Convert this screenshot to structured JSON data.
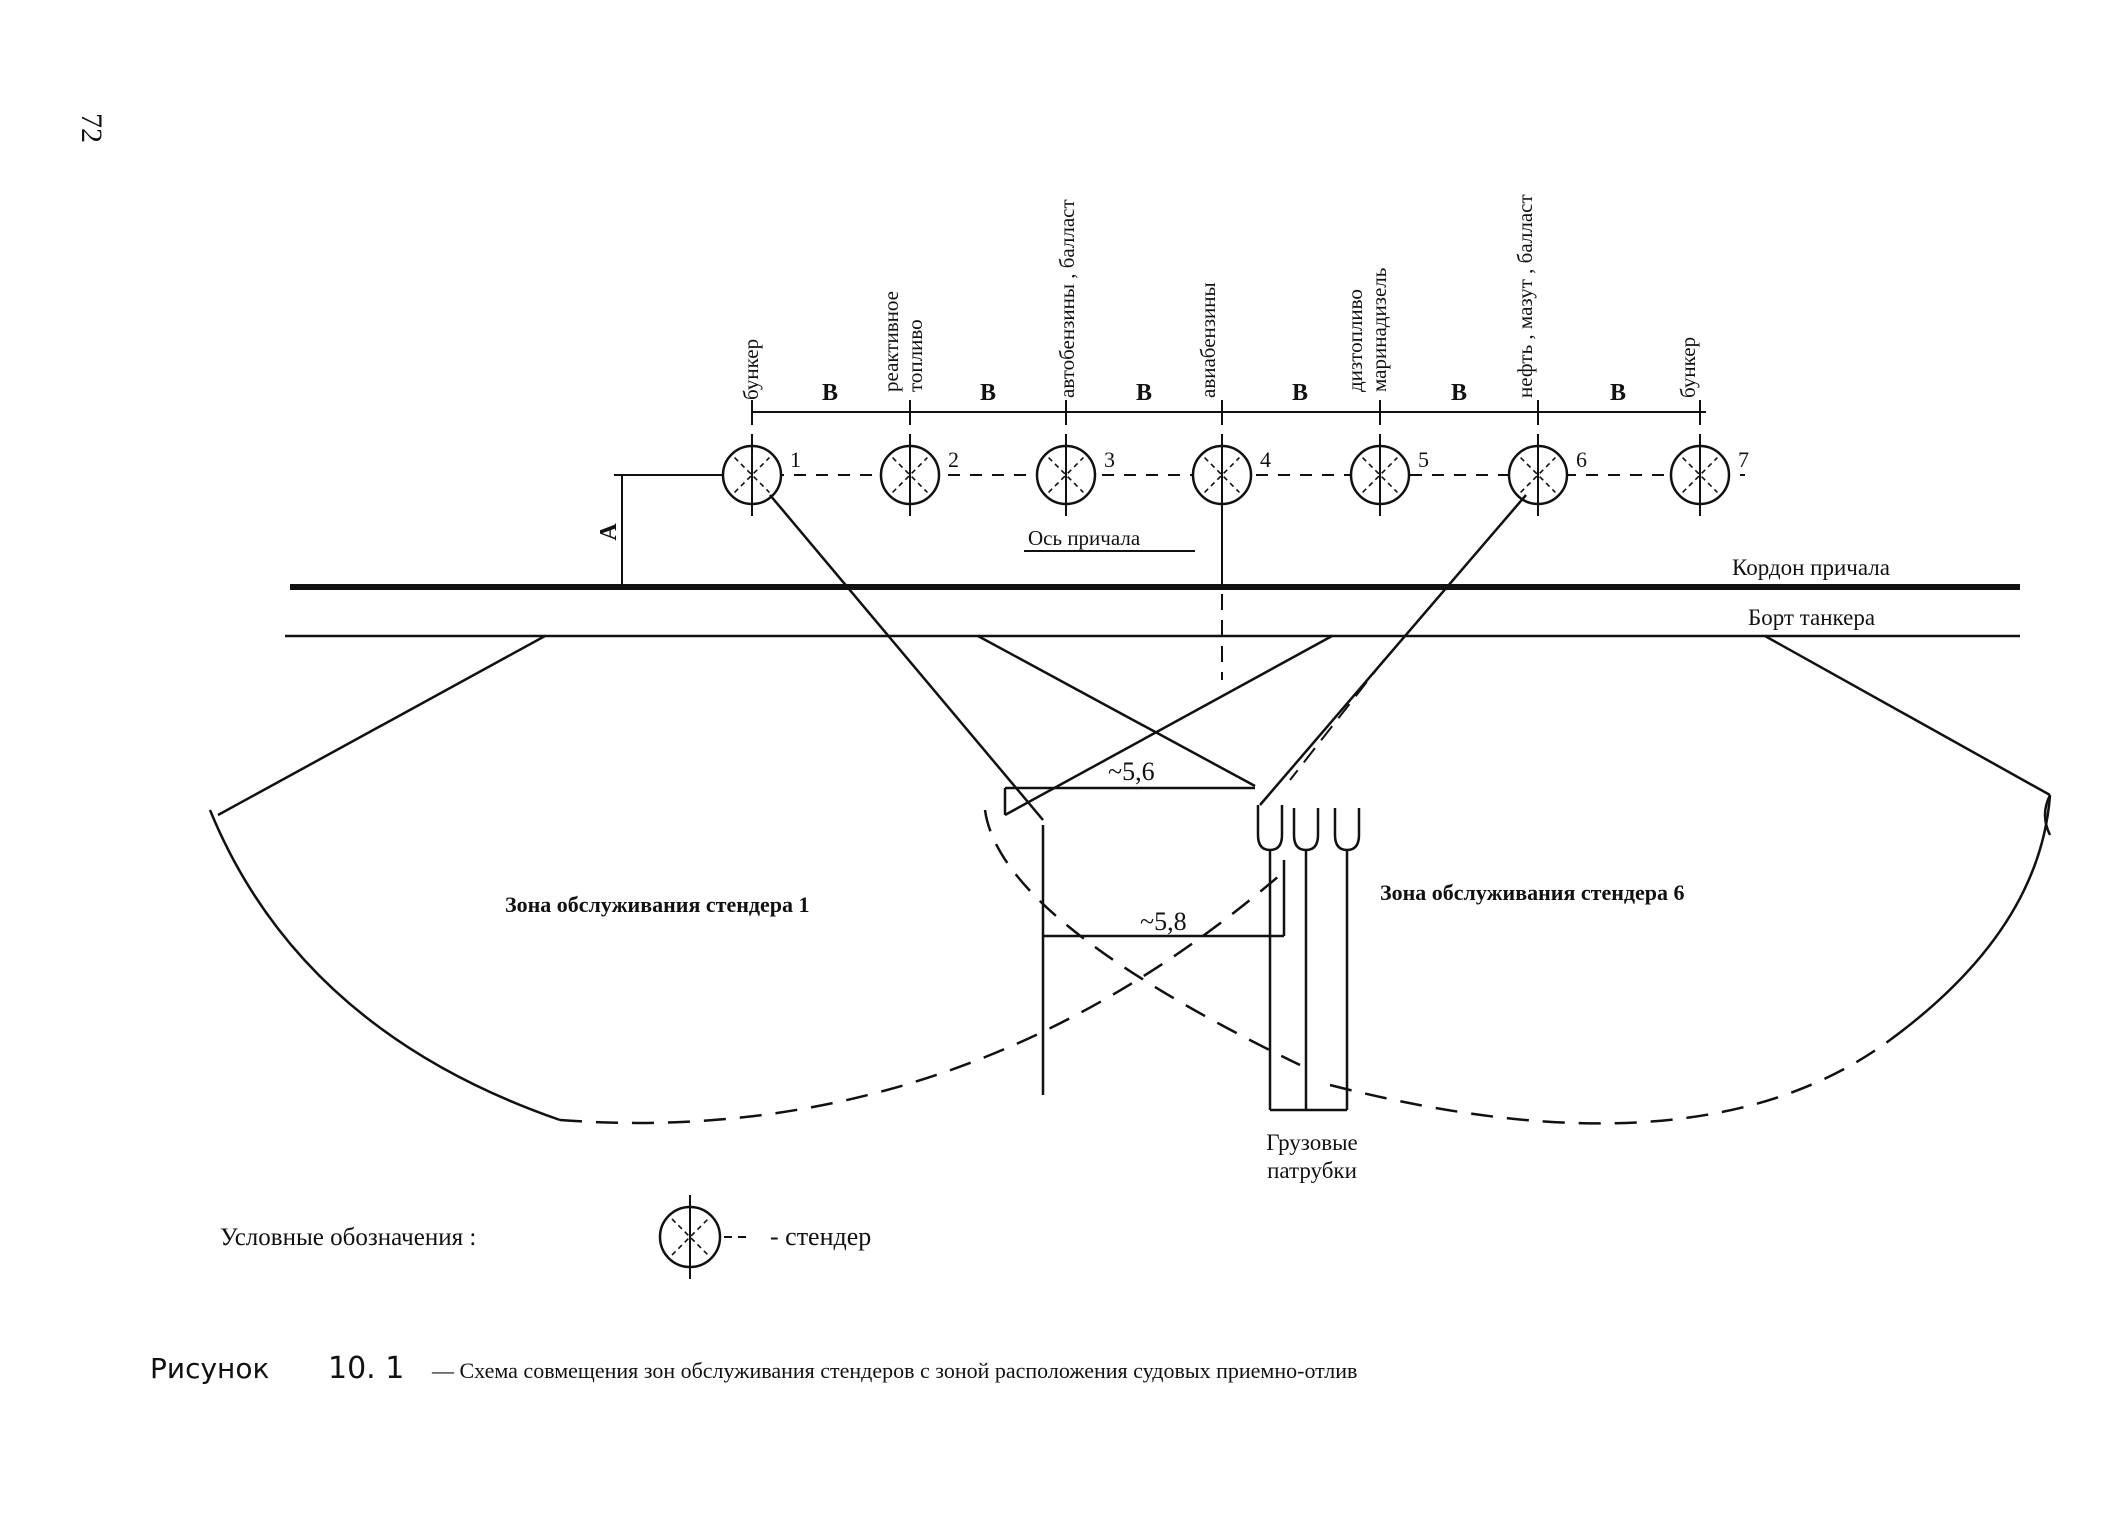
{
  "page_number": "72",
  "fuels": [
    {
      "line1": "бункер",
      "line2": ""
    },
    {
      "line1": "реактивное",
      "line2": "топливо"
    },
    {
      "line1": "автобензины , балласт",
      "line2": ""
    },
    {
      "line1": "авиабензины",
      "line2": ""
    },
    {
      "line1": "дизтопливо",
      "line2": "маринадизель"
    },
    {
      "line1": "нефть , мазут , балласт",
      "line2": ""
    },
    {
      "line1": "бункер",
      "line2": ""
    }
  ],
  "spacing_label": "В",
  "offset_label": "А",
  "stenders": [
    {
      "number": "1"
    },
    {
      "number": "2"
    },
    {
      "number": "3"
    },
    {
      "number": "4"
    },
    {
      "number": "5"
    },
    {
      "number": "6"
    },
    {
      "number": "7"
    }
  ],
  "labels": {
    "berth_axis": "Ось причала",
    "berth_cordon": "Кордон причала",
    "tanker_side": "Борт танкера",
    "zone_1": "Зона обслуживания стендера 1",
    "zone_6": "Зона обслуживания стендера 6",
    "dim_top": "~5,6",
    "dim_bottom": "~5,8",
    "cargo_line1": "Грузовые",
    "cargo_line2": "патрубки"
  },
  "legend": {
    "title": "Условные обозначения :",
    "symbol_meaning": "- стендер"
  },
  "caption": {
    "prefix": "Рисунок",
    "number": "10. 1",
    "text": "— Схема совмещения зон обслуживания стендеров с зоной расположения судовых приемно-отлив"
  }
}
